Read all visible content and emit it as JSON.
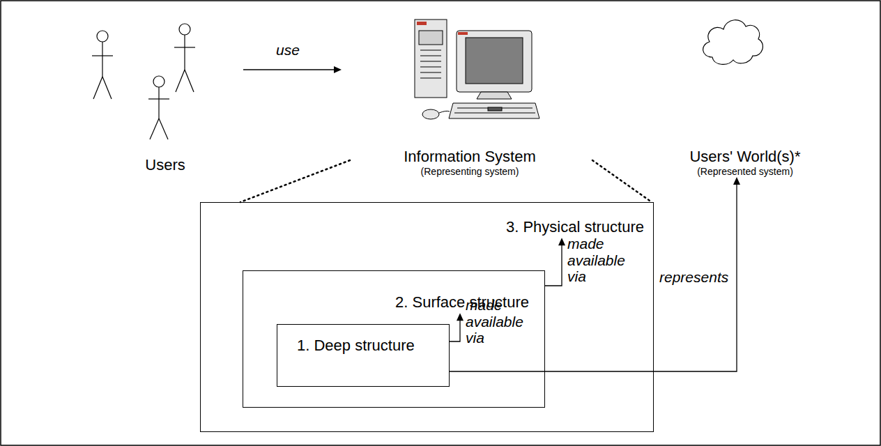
{
  "diagram": {
    "nodes": [
      {
        "text": [
          "Users"
        ]
      },
      {
        "text": [
          "Information System",
          "(Representing system)"
        ]
      },
      {
        "text": [
          "Users' World(s)*",
          "(Represented system)"
        ]
      },
      {
        "text": [
          "3. Physical structure"
        ]
      },
      {
        "text": [
          "2. Surface structure"
        ],
        "in": 3
      },
      {
        "text": [
          "1. Deep structure"
        ],
        "in": 4
      }
    ],
    "edges": [
      {
        "from": 0,
        "to": 1,
        "label": "use",
        "arrow": "to"
      },
      {
        "from": 5,
        "to": 4,
        "label": "made available via",
        "arrow": "to"
      },
      {
        "from": 4,
        "to": 3,
        "label": "made available via",
        "arrow": "to"
      },
      {
        "from": 5,
        "to": 2,
        "label": "represents",
        "arrow": "to"
      },
      {
        "from": 1,
        "to": 3,
        "arrow": "none"
      },
      {
        "from": 1,
        "to": 3,
        "arrow": "none"
      }
    ]
  }
}
